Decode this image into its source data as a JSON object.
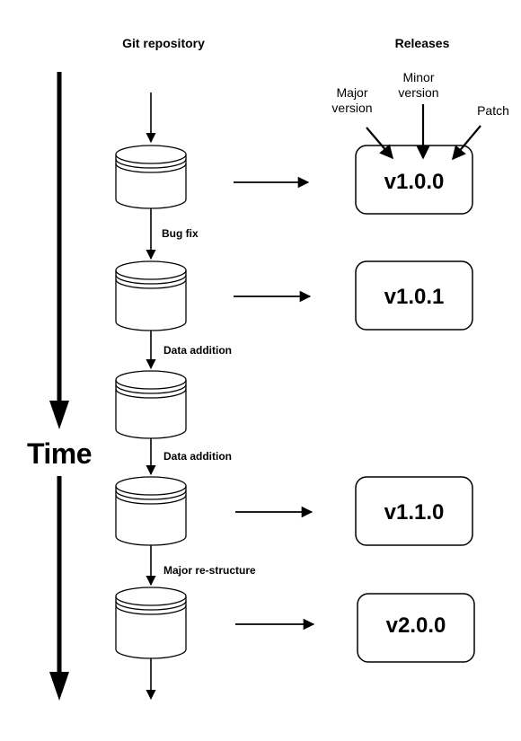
{
  "headers": {
    "repo": "Git repository",
    "releases": "Releases"
  },
  "time_label": "Time",
  "version_parts": {
    "major": [
      "Major",
      "version"
    ],
    "minor": [
      "Minor",
      "version"
    ],
    "patch": "Patch"
  },
  "commits": [
    {
      "label": ""
    },
    {
      "label": "Bug fix"
    },
    {
      "label": "Data addition"
    },
    {
      "label": "Data addition"
    },
    {
      "label": "Major re-structure"
    }
  ],
  "releases": [
    {
      "version": "v1.0.0"
    },
    {
      "version": "v1.0.1"
    },
    {
      "version": ""
    },
    {
      "version": "v1.1.0"
    },
    {
      "version": "v2.0.0"
    }
  ],
  "colors": {
    "stroke": "#000000",
    "fill": "#ffffff"
  }
}
